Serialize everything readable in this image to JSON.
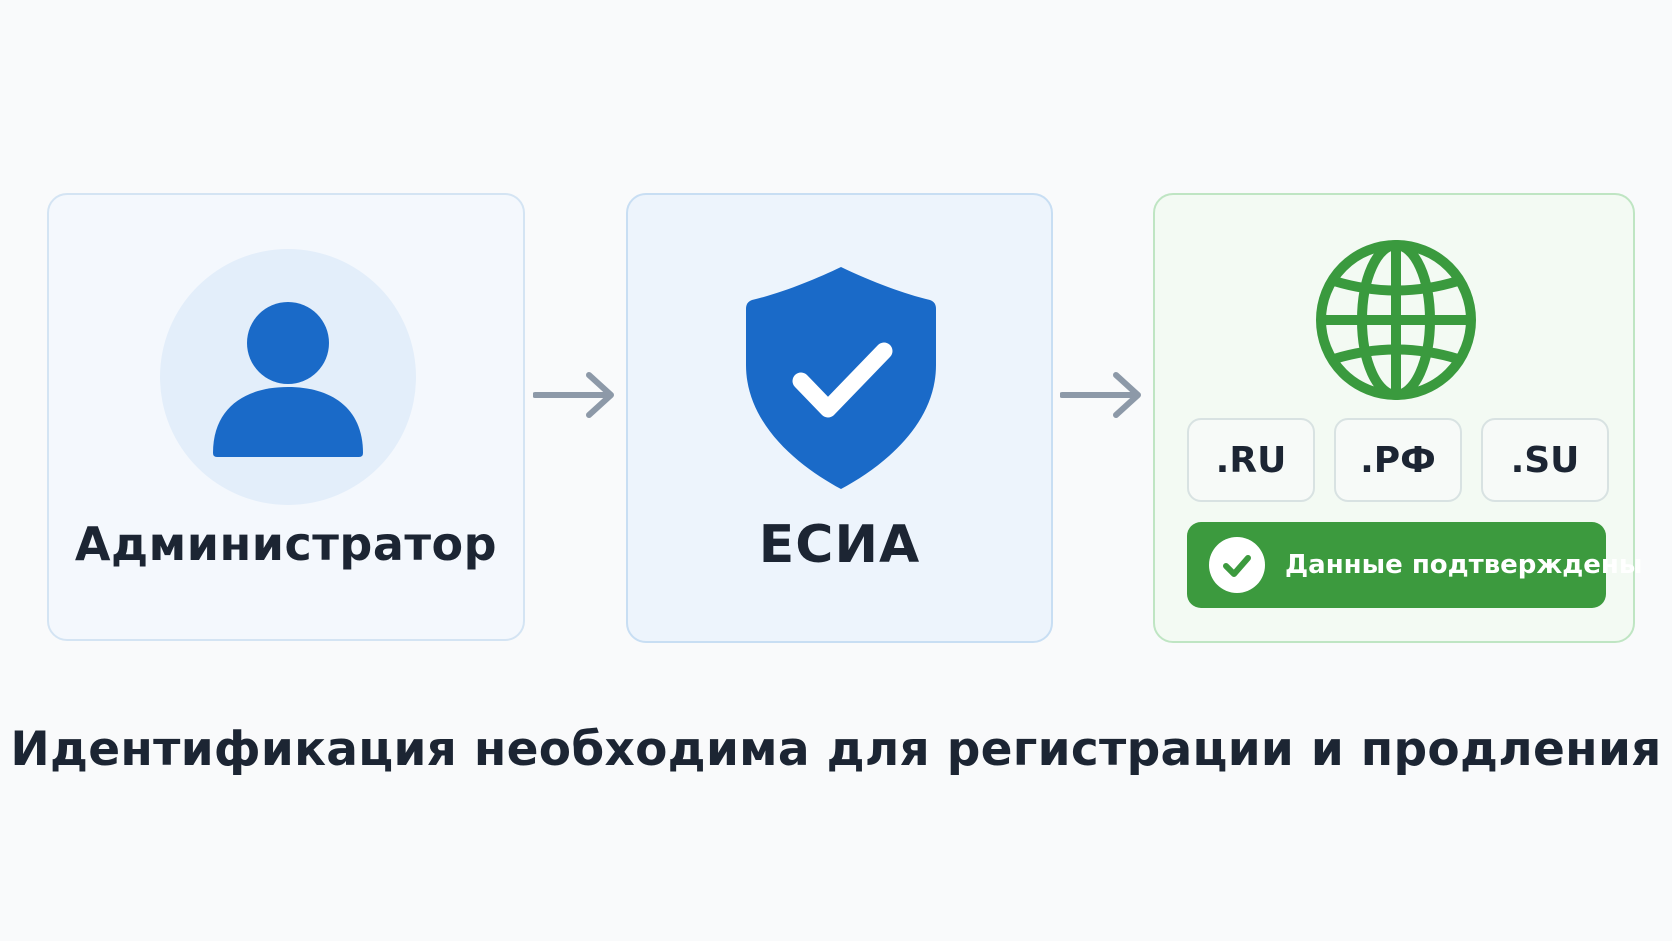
{
  "admin": {
    "label": "Администратор",
    "icon": "user-icon"
  },
  "esia": {
    "label": "ЕСИА",
    "icon": "shield-check-icon"
  },
  "domains": {
    "icon": "globe-icon",
    "tlds": [
      ".RU",
      ".РФ",
      ".SU"
    ],
    "status": "Данные подтверждены",
    "status_icon": "check-circle-icon"
  },
  "caption": "Идентификация необходима для регистрации и продления",
  "colors": {
    "accent_blue": "#1a6ac8",
    "accent_green": "#3c9a3e",
    "arrow_gray": "#8d99a8",
    "text_dark": "#1c2533"
  }
}
